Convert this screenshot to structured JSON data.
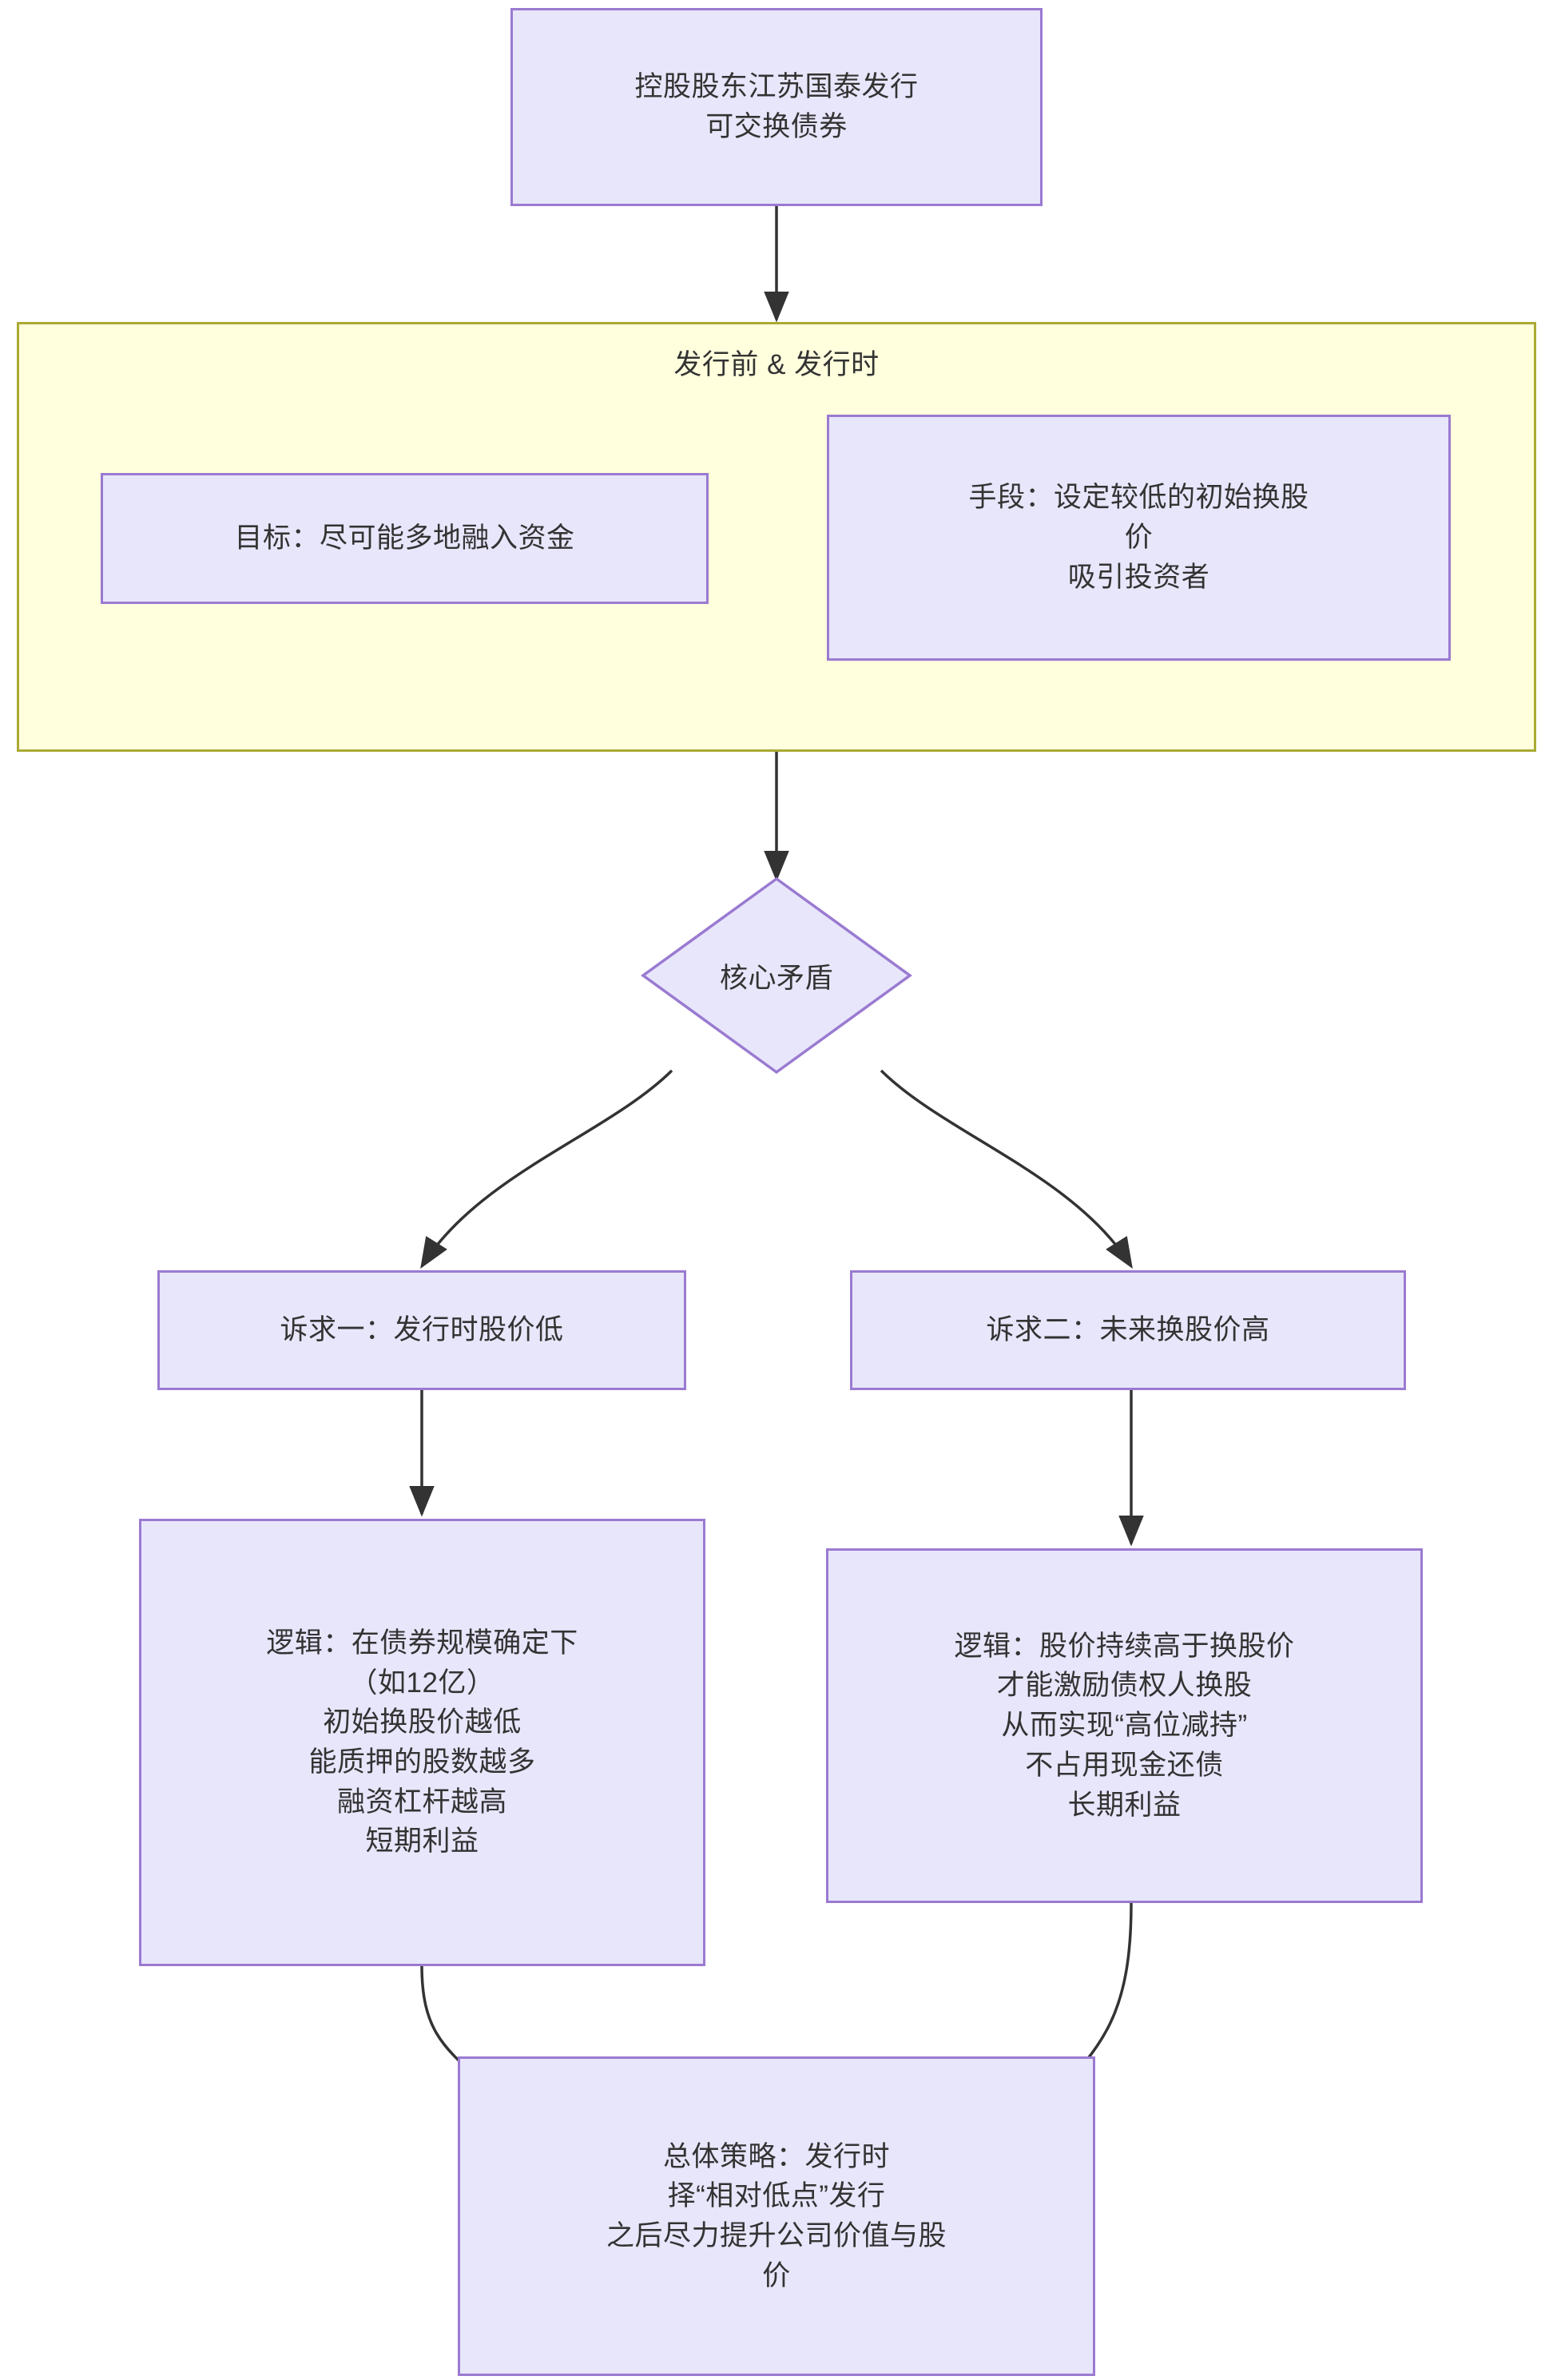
{
  "diagram": {
    "title": "控股股东江苏国泰发行可交换债券策略流程图",
    "type": "flowchart",
    "direction": "top-down",
    "colors": {
      "node_fill": "#e8e6fb",
      "node_border": "#9a7ad1",
      "subgraph_fill": "#ffffdd",
      "subgraph_border": "#aaaa33",
      "edge_stroke": "#333333",
      "text": "#333333",
      "background": "#ffffff"
    },
    "nodes": {
      "issuer": {
        "label": "控股股东江苏国泰发行\n可交换债券",
        "shape": "rect"
      },
      "subgraph_phase": {
        "label": "发行前 & 发行时",
        "shape": "subgraph"
      },
      "goal": {
        "label": "目标：尽可能多地融入资金",
        "shape": "rect"
      },
      "means": {
        "label": "手段：设定较低的初始换股\n价\n吸引投资者",
        "shape": "rect"
      },
      "core_conflict": {
        "label": "核心矛盾",
        "shape": "diamond"
      },
      "claim_one": {
        "label": "诉求一：发行时股价低",
        "shape": "rect"
      },
      "claim_two": {
        "label": "诉求二：未来换股价高",
        "shape": "rect"
      },
      "logic_left": {
        "label": "逻辑：在债券规模确定下\n（如12亿）\n初始换股价越低\n能质押的股数越多\n融资杠杆越高\n短期利益",
        "shape": "rect"
      },
      "logic_right": {
        "label": "逻辑：股价持续高于换股价\n才能激励债权人换股\n从而实现“高位减持”\n不占用现金还债\n长期利益",
        "shape": "rect"
      },
      "overall_strategy": {
        "label": "总体策略：发行时\n择“相对低点”发行\n之后尽力提升公司价值与股\n价",
        "shape": "rect"
      }
    },
    "edges": [
      {
        "from": "issuer",
        "to": "subgraph_phase",
        "style": "straight-arrow"
      },
      {
        "from": "subgraph_phase",
        "to": "core_conflict",
        "style": "straight-arrow"
      },
      {
        "from": "core_conflict",
        "to": "claim_one",
        "style": "curved-arrow"
      },
      {
        "from": "core_conflict",
        "to": "claim_two",
        "style": "curved-arrow"
      },
      {
        "from": "claim_one",
        "to": "logic_left",
        "style": "straight-arrow"
      },
      {
        "from": "claim_two",
        "to": "logic_right",
        "style": "straight-arrow"
      },
      {
        "from": "logic_left",
        "to": "overall_strategy",
        "style": "curved-arrow"
      },
      {
        "from": "logic_right",
        "to": "overall_strategy",
        "style": "curved-arrow"
      }
    ]
  }
}
